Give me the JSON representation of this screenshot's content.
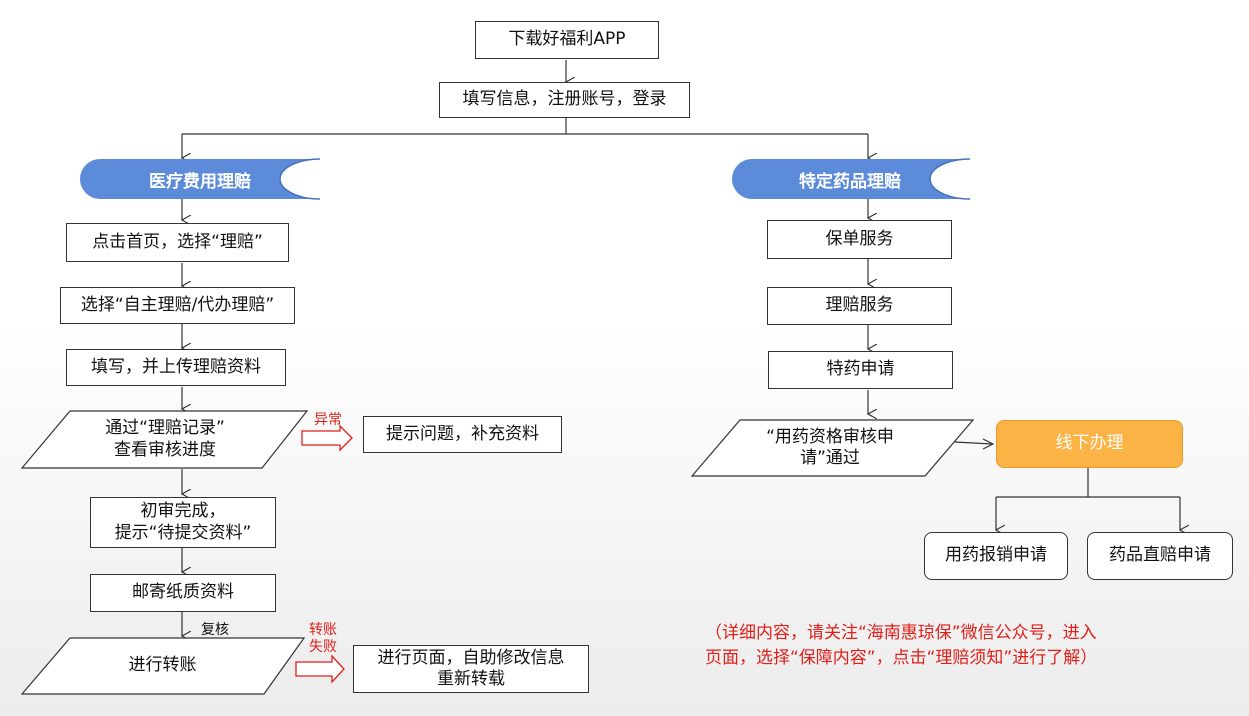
{
  "top": {
    "download": "下载好福利APP",
    "register": "填写信息，注册账号，登录"
  },
  "left": {
    "title": "医疗费用理赔",
    "step1": "点击首页，选择“理赔”",
    "step2": "选择“自主理赔/代办理赔”",
    "step3": "填写，并上传理赔资料",
    "step4": "通过“理赔记录”\n查看审核进度",
    "abnormal_label": "异常",
    "abnormal_box": "提示问题，补充资料",
    "step5": "初审完成，\n提示“待提交资料”",
    "step6": "邮寄纸质资料",
    "review_label": "复核",
    "step7": "进行转账",
    "fail_label": "转账\n失败",
    "fail_box": "进行页面，自助修改信息\n重新转载"
  },
  "right": {
    "title": "特定药品理赔",
    "step1": "保单服务",
    "step2": "理赔服务",
    "step3": "特药申请",
    "step4": "“用药资格审核申\n请”通过",
    "offline": "线下办理",
    "option1": "用药报销申请",
    "option2": "药品直赔申请"
  },
  "note": "（详细内容，请关注“海南惠琼保”微信公众号，进入\n页面，选择“保障内容”，点击“理赔须知”进行了解）",
  "colors": {
    "pill_blue": "#5b8bd9",
    "offline_orange": "#fbb346",
    "note_red": "#e0201a",
    "arrow_red": "#e0201a"
  }
}
